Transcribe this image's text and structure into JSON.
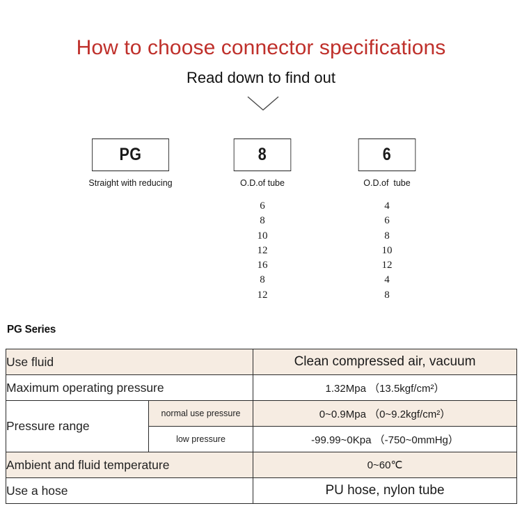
{
  "header": {
    "title": "How to choose connector specifications",
    "subtitle": "Read down to find out",
    "title_color": "#bf302b",
    "chevron_icon": "chevron-down-icon"
  },
  "selector": {
    "boxes": [
      {
        "code": "PG",
        "caption": "Straight with reducing"
      },
      {
        "code": "8",
        "caption": "O.D.of tube"
      },
      {
        "code": "6",
        "caption": "O.D.of  tube"
      }
    ],
    "columns": [
      {
        "for": "8",
        "values": [
          "6",
          "8",
          "10",
          "12",
          "16",
          "8",
          "12"
        ]
      },
      {
        "for": "6",
        "values": [
          "4",
          "6",
          "8",
          "10",
          "12",
          "4",
          "8"
        ]
      }
    ]
  },
  "series": {
    "heading": "PG Series",
    "tint_color": "#f6ece2",
    "rows": [
      {
        "label": "Use fluid",
        "sublabel": null,
        "value": "Clean compressed air, vacuum",
        "tinted": true
      },
      {
        "label": "Maximum operating pressure",
        "sublabel": null,
        "value": "1.32Mpa （13.5kgf/cm²）",
        "tinted": false
      },
      {
        "label": "Pressure range",
        "sublabel": "normal use pressure",
        "value": "0~0.9Mpa （0~9.2kgf/cm²）",
        "tinted": true
      },
      {
        "label": "",
        "sublabel": "low pressure",
        "value": "-99.99~0Kpa （-750~0mmHg）",
        "tinted": false
      },
      {
        "label": "Ambient and fluid temperature",
        "sublabel": null,
        "value": "0~60℃",
        "tinted": true
      },
      {
        "label": "Use a hose",
        "sublabel": null,
        "value": "PU hose, nylon tube",
        "tinted": false
      }
    ]
  }
}
